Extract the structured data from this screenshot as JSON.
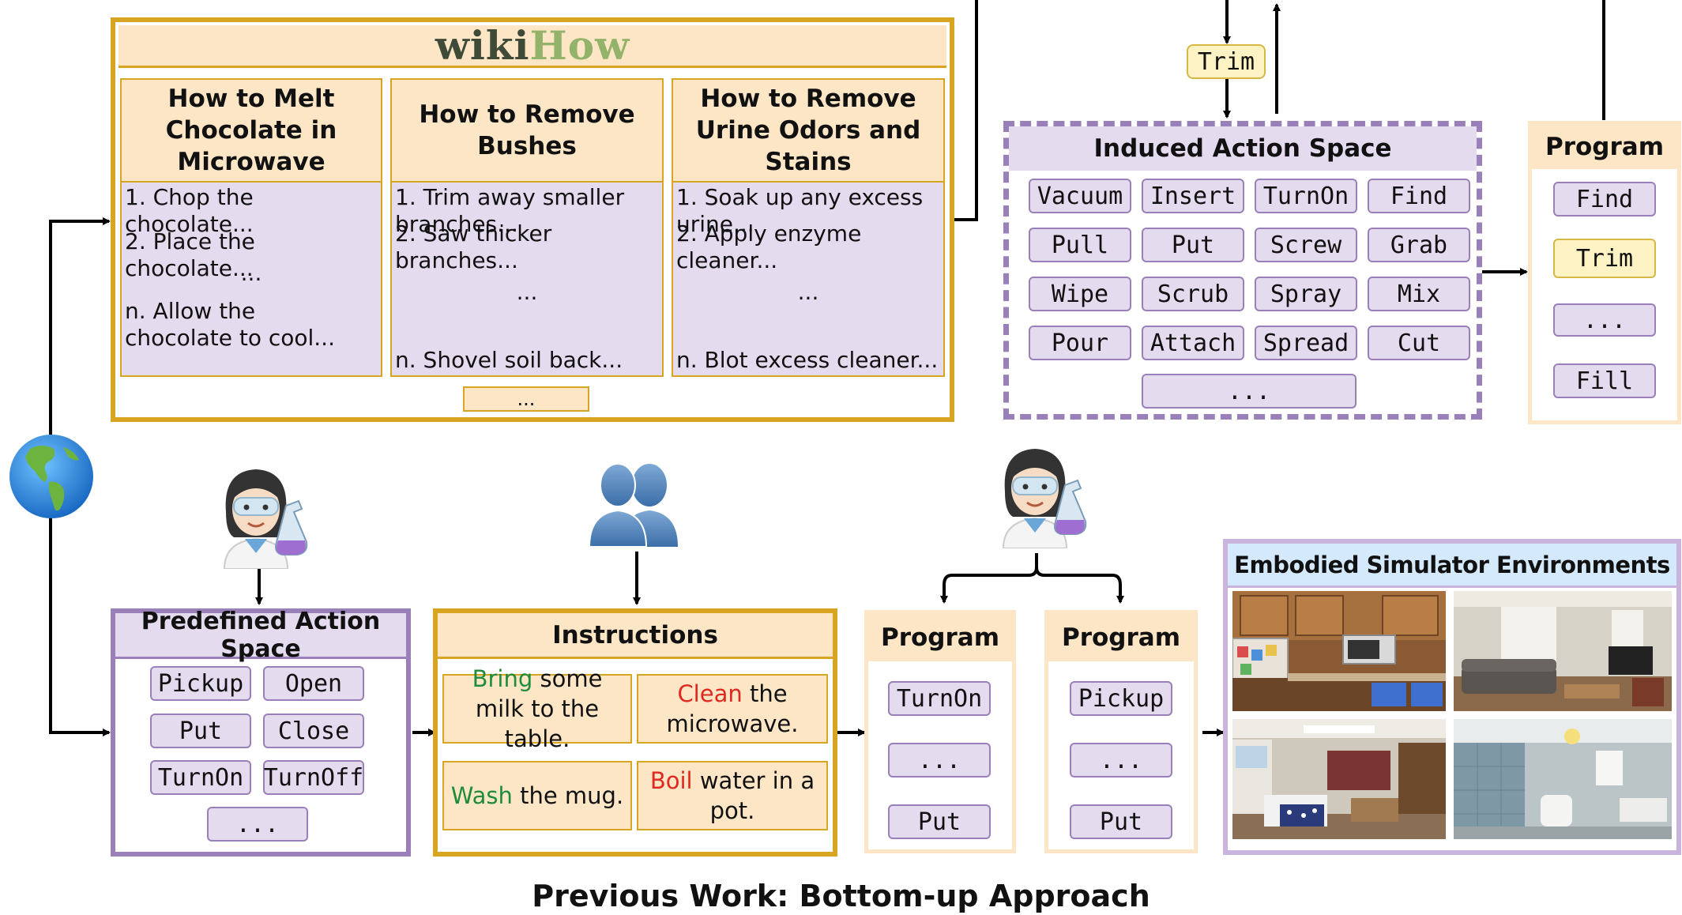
{
  "wikihow": {
    "logo_dark": "wiki",
    "logo_light": "How",
    "articles": [
      {
        "title": "How to Melt Chocolate in Microwave",
        "steps": [
          "1. Chop the chocolate...",
          "2. Place the chocolate...",
          "...",
          "n. Allow the chocolate to cool..."
        ]
      },
      {
        "title": "How to Remove Bushes",
        "steps": [
          "1. Trim away smaller branches...",
          "2. Saw thicker branches...",
          "...",
          "n. Shovel soil back..."
        ]
      },
      {
        "title": "How to Remove Urine Odors and Stains",
        "steps": [
          "1. Soak up any excess urine...",
          "2. Apply enzyme cleaner...",
          "...",
          "n. Blot excess cleaner..."
        ]
      }
    ],
    "more": "..."
  },
  "trim_label": "Trim",
  "induced": {
    "title": "Induced Action Space",
    "actions": [
      "Vacuum",
      "Insert",
      "TurnOn",
      "Find",
      "Pull",
      "Put",
      "Screw",
      "Grab",
      "Wipe",
      "Scrub",
      "Spray",
      "Mix",
      "Pour",
      "Attach",
      "Spread",
      "Cut"
    ],
    "more": "..."
  },
  "program_top": {
    "title": "Program",
    "steps": [
      "Find",
      "Trim",
      "...",
      "Fill"
    ]
  },
  "predefined": {
    "title": "Predefined Action Space",
    "actions": [
      "Pickup",
      "Open",
      "Put",
      "Close",
      "TurnOn",
      "TurnOff"
    ],
    "more": "..."
  },
  "instructions": {
    "title": "Instructions",
    "items": [
      {
        "verb": "Bring",
        "rest": " some milk to the table.",
        "color": "#1e8c3a"
      },
      {
        "verb": "Clean",
        "rest": " the microwave.",
        "color": "#e0281e"
      },
      {
        "verb": "Wash",
        "rest": " the mug.",
        "color": "#1e8c3a"
      },
      {
        "verb": "Boil",
        "rest": " water in a pot.",
        "color": "#e0281e"
      }
    ]
  },
  "program_a": {
    "title": "Program",
    "steps": [
      "TurnOn",
      "...",
      "Put"
    ]
  },
  "program_b": {
    "title": "Program",
    "steps": [
      "Pickup",
      "...",
      "Put"
    ]
  },
  "simulator": {
    "title": "Embodied Simulator Environments"
  },
  "caption": "Previous Work: Bottom-up Approach",
  "icons": [
    "globe-icon",
    "scientist-icon",
    "people-icon"
  ],
  "colors": {
    "wikihow_border": "#d7a521",
    "peach": "#fde6c6",
    "lavender": "#e5dbef",
    "purple_border": "#9a80b8",
    "trim_highlight": "#fdf2c4",
    "green": "#1e8c3a",
    "red": "#e0281e"
  }
}
